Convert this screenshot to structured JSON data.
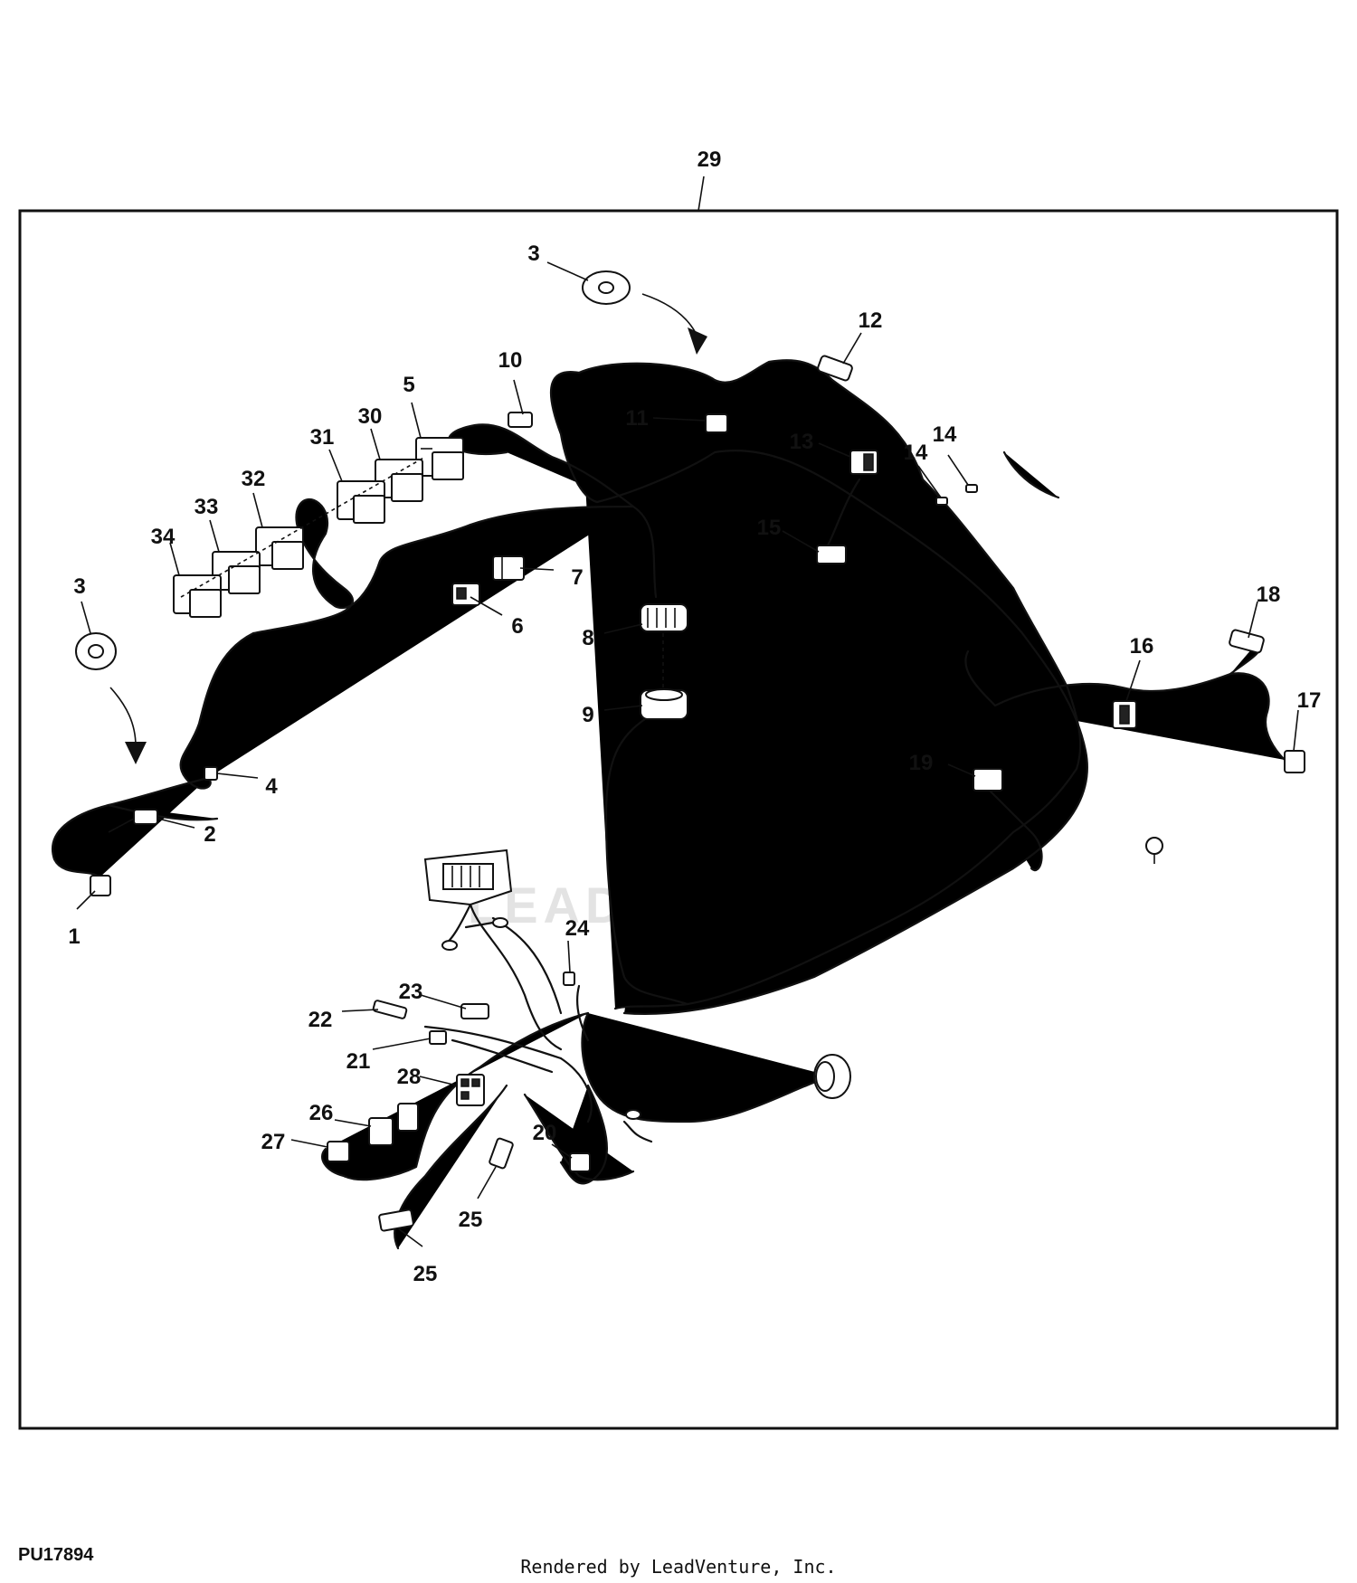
{
  "figure_id": "PU17894",
  "footer": "Rendered by LeadVenture, Inc.",
  "watermark": "LEADVENTURE",
  "callouts": [
    "29",
    "3",
    "12",
    "10",
    "11",
    "13",
    "14",
    "14",
    "5",
    "30",
    "31",
    "32",
    "33",
    "34",
    "15",
    "7",
    "8",
    "6",
    "3",
    "9",
    "18",
    "16",
    "17",
    "4",
    "2",
    "1",
    "19",
    "24",
    "23",
    "22",
    "21",
    "28",
    "26",
    "27",
    "20",
    "25",
    "25"
  ]
}
